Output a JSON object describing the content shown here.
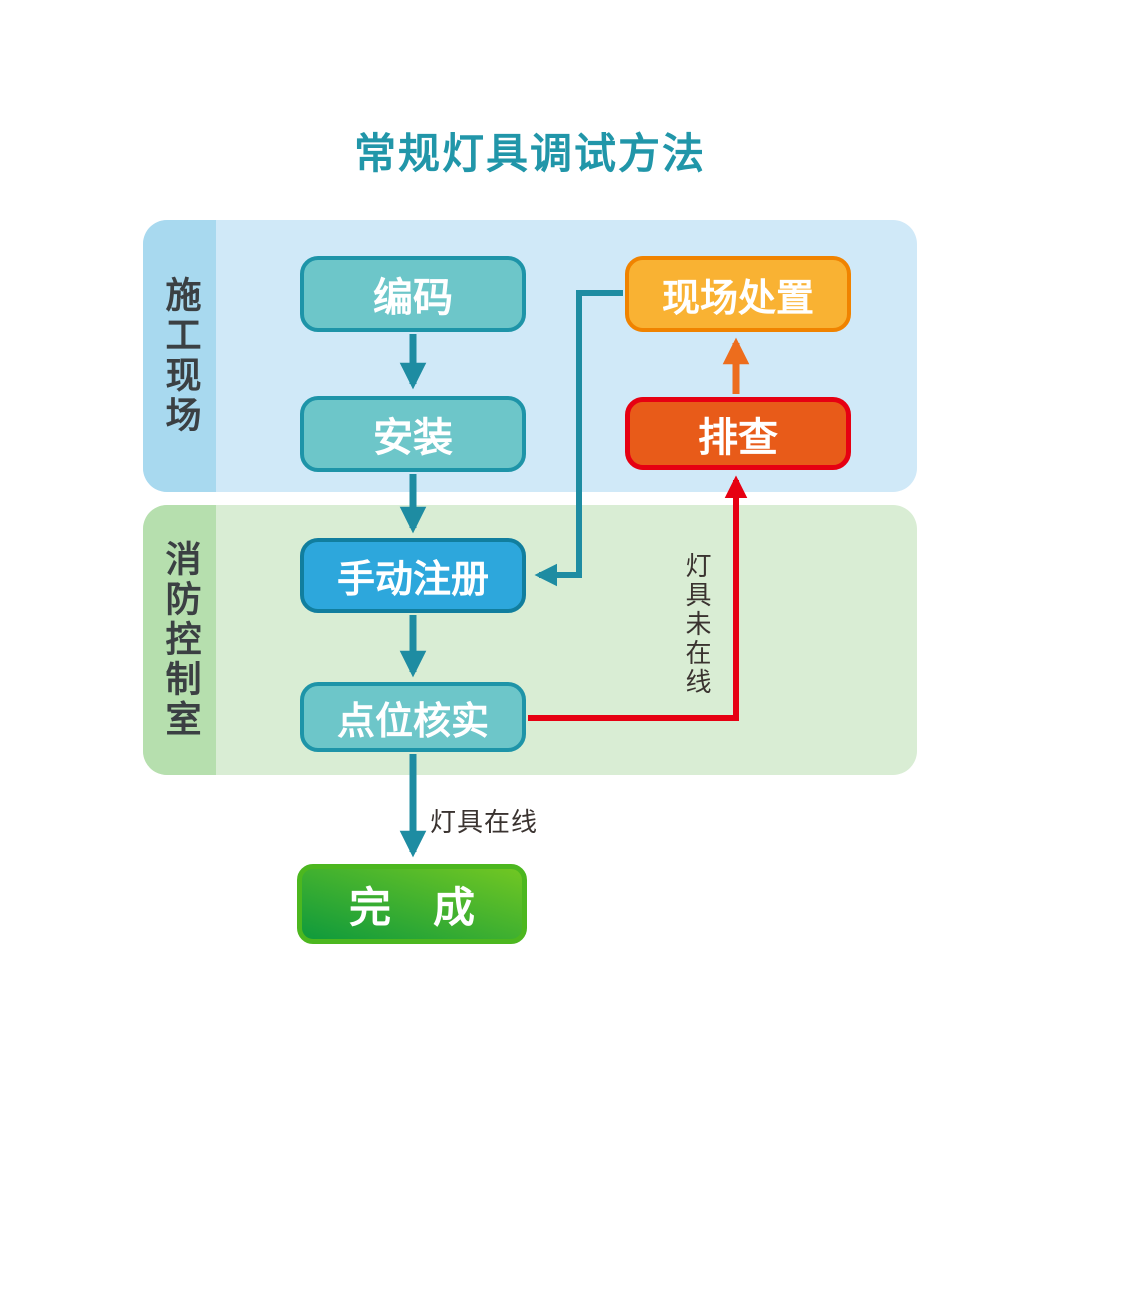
{
  "title": "常规灯具调试方法",
  "lanes": [
    {
      "label": "施工现场"
    },
    {
      "label": "消防控制室"
    }
  ],
  "nodes": {
    "encode": {
      "label": "编码"
    },
    "install": {
      "label": "安装"
    },
    "onsite_handle": {
      "label": "现场处置"
    },
    "troubleshoot": {
      "label": "排查"
    },
    "manual_register": {
      "label": "手动注册"
    },
    "point_verify": {
      "label": "点位核实"
    },
    "done": {
      "label": "完　成"
    }
  },
  "edge_labels": {
    "online": "灯具在线",
    "offline": "灯具未在线"
  },
  "colors": {
    "title_teal": "#2196a9",
    "teal_box_fill": "#6dc6c9",
    "teal_box_border": "#1e94a8",
    "blue_box_fill": "#2da7dc",
    "blue_box_border": "#117e9e",
    "orange_box_fill": "#f9b233",
    "orange_box_border": "#f08300",
    "red_box_fill": "#e85b19",
    "red_box_border": "#e60012",
    "green_box_gradient_start": "#0f9a3c",
    "green_box_gradient_end": "#71c723",
    "green_box_border": "#4cb71f",
    "arrow_teal": "#1e8ca2",
    "arrow_red": "#e60012",
    "arrow_orange": "#ed6d1d",
    "lane_site_strip": "#a8d9ef",
    "lane_site_body": "#d0e9f8",
    "lane_room_strip": "#b6dfae",
    "lane_room_body": "#d9edd4"
  }
}
